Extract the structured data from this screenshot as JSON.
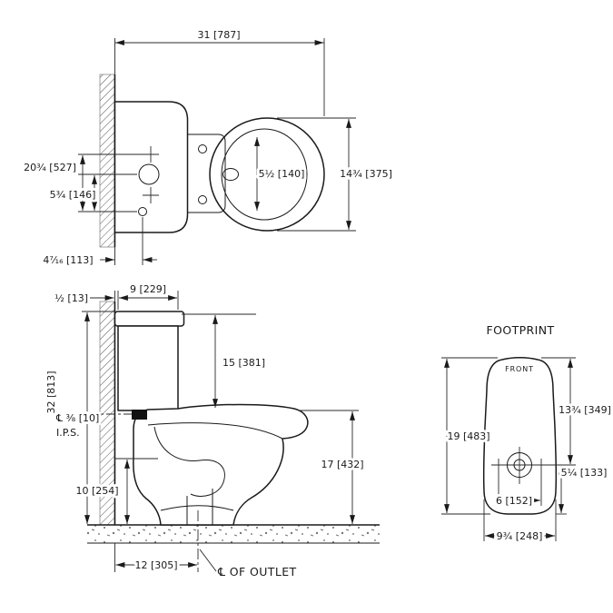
{
  "palette": {
    "ink": "#1a1a1a",
    "hatch": "#555555",
    "paper": "#ffffff"
  },
  "views": {
    "top": {
      "dims": {
        "overall_depth": "31 [787]",
        "overall_width": "20¾ [527]",
        "bolt_offset": "5¾ [146]",
        "wall_to_bolt": "4⁷⁄₁₆ [113]",
        "bowl_inner": "5½ [140]",
        "bowl_width": "14¾ [375]"
      }
    },
    "side": {
      "dims": {
        "wall_gap": "½ [13]",
        "tank_depth": "9 [229]",
        "tank_to_rim": "15 [381]",
        "overall_height": "32 [813]",
        "supply_line1": "℄ ⅜ [10]",
        "supply_line2": "I.P.S.",
        "rim_height": "17 [432]",
        "outlet_ctr_height": "10 [254]",
        "wall_to_outlet": "12 [305]",
        "outlet_label": "℄ OF OUTLET"
      }
    },
    "footprint": {
      "title": "FOOTPRINT",
      "front_label": "FRONT",
      "dims": {
        "overall_length": "19 [483]",
        "front_to_bolts": "13¾ [349]",
        "bolts_to_back": "5¼ [133]",
        "bolt_spacing": "6 [152]",
        "base_width": "9¾ [248]"
      }
    }
  }
}
